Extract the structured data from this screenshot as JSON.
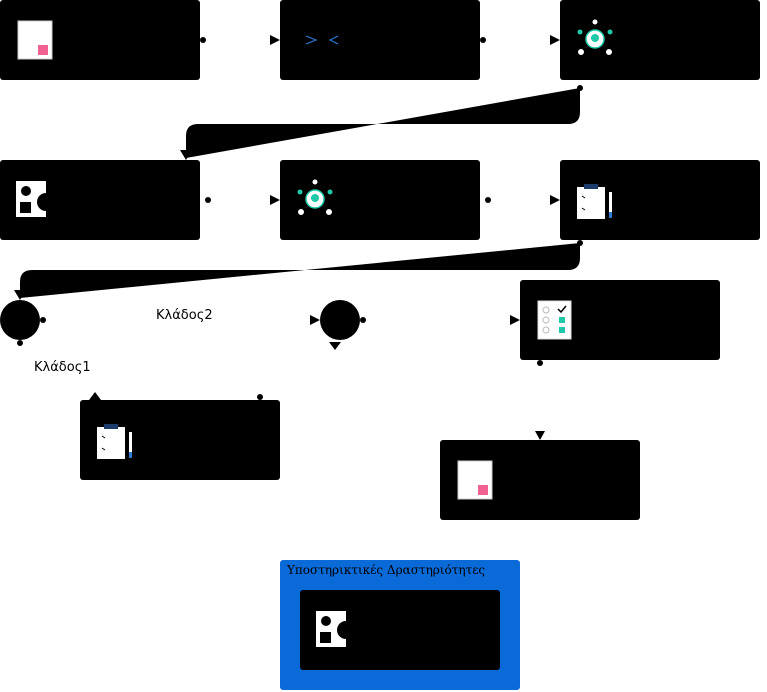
{
  "diagram": {
    "branch_labels": {
      "branch2": "Κλάδος2",
      "branch1": "Κλάδος1"
    },
    "support_group": {
      "title": "Υποστηρικτικές Δραστηριότητες"
    },
    "icons": {
      "page": "document-page-icon",
      "code": "code-icon",
      "idea": "lightbulb-idea-icon",
      "shapes": "shapes-icon",
      "clipboard": "clipboard-icon",
      "checklist": "checklist-icon"
    },
    "colors": {
      "node_fill": "#000000",
      "support_group": "#0a6ad8",
      "accent_pink": "#f06292",
      "accent_teal": "#1ec8a8",
      "accent_blue": "#2a7bd4"
    }
  }
}
